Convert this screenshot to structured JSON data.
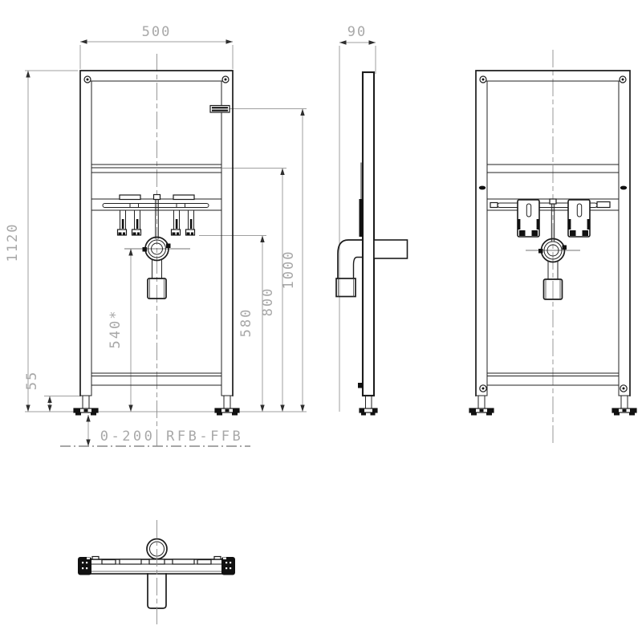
{
  "dims": {
    "frame_width": "500",
    "frame_depth": "90",
    "frame_height": "1120",
    "foot_height": "55",
    "trap_center_height": "540*",
    "bracket_height": "580",
    "crossbar_height": "800",
    "upper_fixing_height": "1000",
    "floor_adjust": "0-200 RFB-FFB"
  },
  "colors": {
    "object_line": "#1c1c1c",
    "dimension_line": "#9f9f9f",
    "dimension_text": "#a8a8a8",
    "background": "#ffffff"
  }
}
